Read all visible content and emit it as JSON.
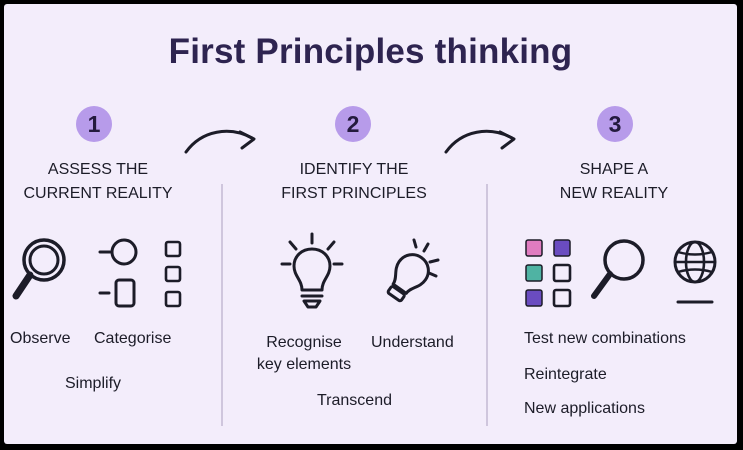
{
  "title": "First Principles thinking",
  "steps": [
    {
      "number": "1",
      "heading_line1": "ASSESS THE",
      "heading_line2": "CURRENT REALITY",
      "labels": {
        "a": "Observe",
        "b": "Categorise",
        "c": "Simplify"
      }
    },
    {
      "number": "2",
      "heading_line1": "IDENTIFY THE",
      "heading_line2": "FIRST PRINCIPLES",
      "labels": {
        "a1": "Recognise",
        "a2": "key elements",
        "b": "Understand",
        "c": "Transcend"
      }
    },
    {
      "number": "3",
      "heading_line1": "SHAPE A",
      "heading_line2": "NEW REALITY",
      "labels": {
        "a": "Test new combinations",
        "b": "Reintegrate",
        "c": "New applications"
      }
    }
  ],
  "colors": {
    "background": "#f3edfb",
    "title": "#2e2450",
    "badge": "#b79bea",
    "ink": "#1c1c28",
    "pink": "#e07cc0",
    "teal": "#4fb3a3",
    "violet": "#6a4cc0"
  }
}
